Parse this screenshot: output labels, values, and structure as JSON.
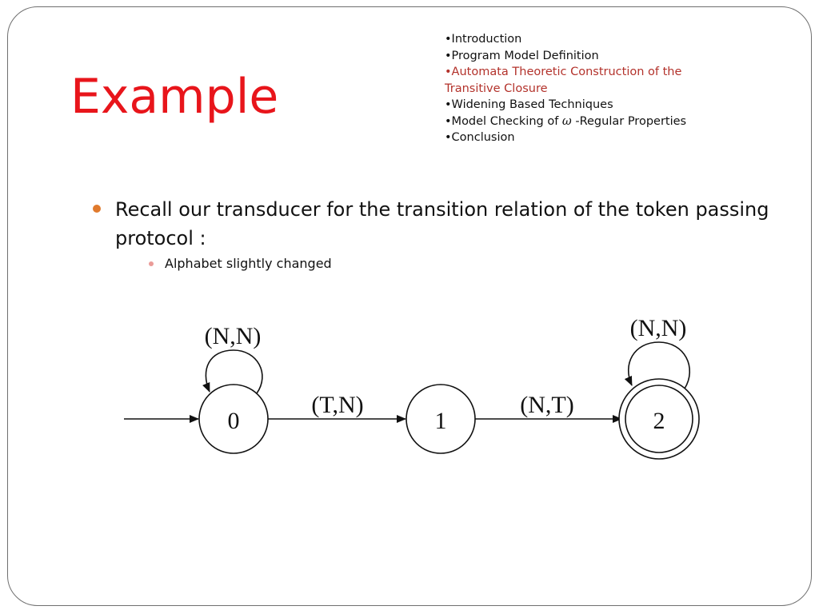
{
  "slide": {
    "title": "Example",
    "outline": [
      {
        "text": "•Introduction",
        "current": false
      },
      {
        "text": "•Program Model Definition",
        "current": false
      },
      {
        "text": "•Automata Theoretic Construction of the Transitive Closure",
        "current": true
      },
      {
        "text": "•Widening Based Techniques",
        "current": false
      },
      {
        "text_before": "•Model Checking of ",
        "symbol": "ω",
        "text_after": " -Regular Properties",
        "current": false
      },
      {
        "text": "•Conclusion",
        "current": false
      }
    ],
    "bullets": {
      "main": "Recall our transducer for the transition relation of the token passing protocol :",
      "sub": "Alphabet slightly changed"
    },
    "colors": {
      "title": "#e8151b",
      "outline_current": "#b3322b",
      "bullet_main": "#e07a2d",
      "bullet_sub": "#ea9b98"
    }
  },
  "diagram": {
    "states": [
      {
        "id": "0",
        "label": "0",
        "initial": true,
        "accepting": false
      },
      {
        "id": "1",
        "label": "1",
        "initial": false,
        "accepting": false
      },
      {
        "id": "2",
        "label": "2",
        "initial": false,
        "accepting": true
      }
    ],
    "transitions": [
      {
        "from": "0",
        "to": "0",
        "label": "(N,N)"
      },
      {
        "from": "0",
        "to": "1",
        "label": "(T,N)"
      },
      {
        "from": "1",
        "to": "2",
        "label": "(N,T)"
      },
      {
        "from": "2",
        "to": "2",
        "label": "(N,N)"
      }
    ]
  }
}
